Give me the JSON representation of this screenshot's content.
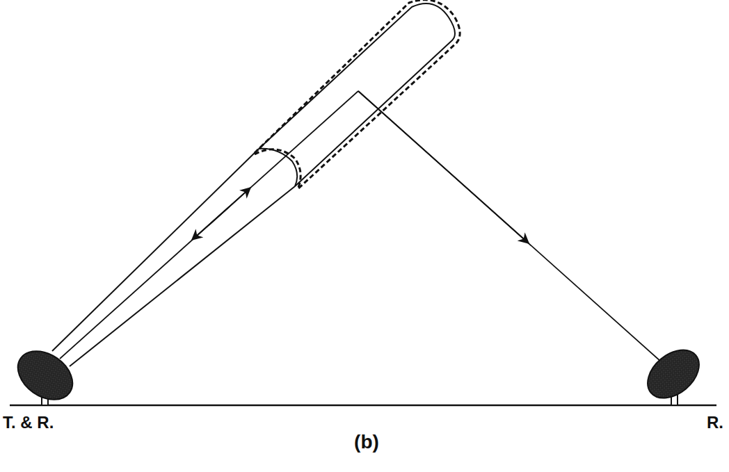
{
  "diagram": {
    "labels": [
      "T. & R.",
      "R.",
      "(b)"
    ]
  }
}
